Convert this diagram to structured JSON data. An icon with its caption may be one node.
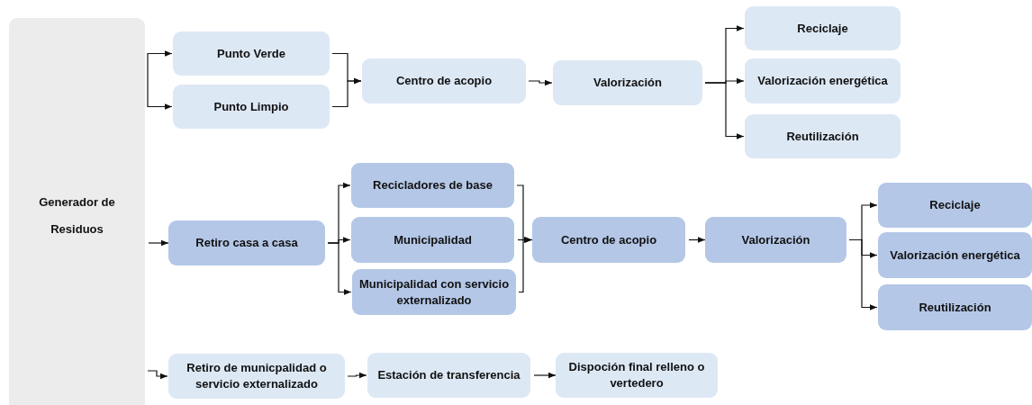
{
  "diagram": {
    "nodes": [
      {
        "text": [
          "Generador de Residuos"
        ]
      },
      {
        "text": [
          "Punto Verde"
        ]
      },
      {
        "text": [
          "Punto Limpio"
        ]
      },
      {
        "text": [
          "Centro de acopio"
        ]
      },
      {
        "text": [
          "Valorización"
        ]
      },
      {
        "text": [
          "Reciclaje"
        ]
      },
      {
        "text": [
          "Valorización energética"
        ]
      },
      {
        "text": [
          "Reutilización"
        ]
      },
      {
        "text": [
          "Retiro casa a casa"
        ]
      },
      {
        "text": [
          "Recicladores de base"
        ]
      },
      {
        "text": [
          "Municipalidad"
        ]
      },
      {
        "text": [
          "Municipalidad con servicio externalizado"
        ]
      },
      {
        "text": [
          "Centro de acopio"
        ]
      },
      {
        "text": [
          "Valorización"
        ]
      },
      {
        "text": [
          "Reciclaje"
        ]
      },
      {
        "text": [
          "Valorización energética"
        ]
      },
      {
        "text": [
          "Reutilización"
        ]
      },
      {
        "text": [
          "Retiro de municpalidad o servicio externalizado"
        ]
      },
      {
        "text": [
          "Estación de transferencia"
        ]
      },
      {
        "text": [
          "Dispoción final relleno o vertedero"
        ]
      }
    ],
    "edges": [
      {
        "from": 0,
        "to": 1,
        "arrow": "to"
      },
      {
        "from": 0,
        "to": 2,
        "arrow": "to"
      },
      {
        "from": 1,
        "to": 3,
        "arrow": "to"
      },
      {
        "from": 2,
        "to": 3,
        "arrow": "to"
      },
      {
        "from": 3,
        "to": 4,
        "arrow": "to"
      },
      {
        "from": 4,
        "to": 5,
        "arrow": "to"
      },
      {
        "from": 4,
        "to": 6,
        "arrow": "to"
      },
      {
        "from": 4,
        "to": 7,
        "arrow": "to"
      },
      {
        "from": 0,
        "to": 8,
        "arrow": "to"
      },
      {
        "from": 8,
        "to": 9,
        "arrow": "to"
      },
      {
        "from": 8,
        "to": 10,
        "arrow": "to"
      },
      {
        "from": 8,
        "to": 11,
        "arrow": "to"
      },
      {
        "from": 9,
        "to": 12,
        "arrow": "to"
      },
      {
        "from": 10,
        "to": 12,
        "arrow": "to"
      },
      {
        "from": 11,
        "to": 12,
        "arrow": "to"
      },
      {
        "from": 12,
        "to": 13,
        "arrow": "to"
      },
      {
        "from": 13,
        "to": 14,
        "arrow": "to"
      },
      {
        "from": 13,
        "to": 15,
        "arrow": "to"
      },
      {
        "from": 13,
        "to": 16,
        "arrow": "to"
      },
      {
        "from": 0,
        "to": 17,
        "arrow": "to"
      },
      {
        "from": 17,
        "to": 18,
        "arrow": "to"
      },
      {
        "from": 18,
        "to": 19,
        "arrow": "to"
      }
    ]
  }
}
